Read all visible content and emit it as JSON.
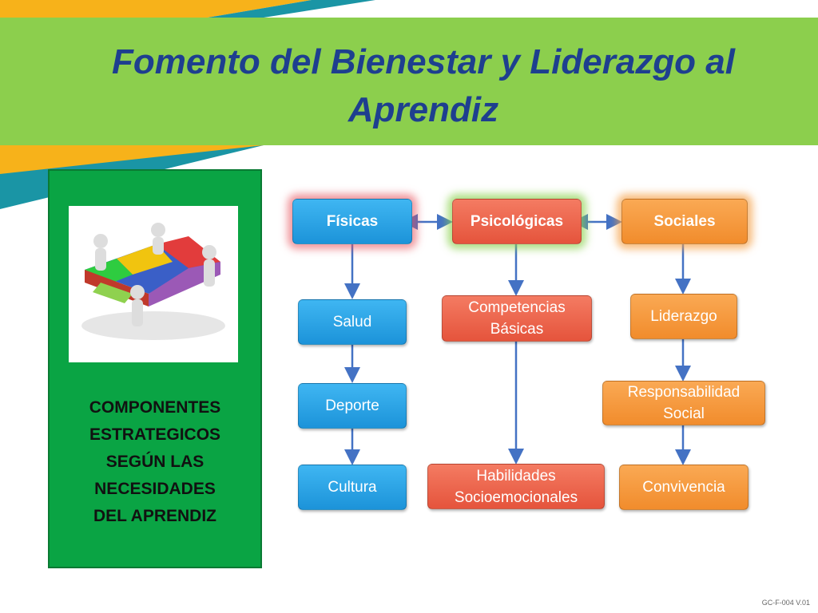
{
  "slide": {
    "title": "Fomento del Bienestar y Liderazgo al\nAprendiz",
    "footer_code": "GC-F-004 V.01"
  },
  "panel": {
    "image_icon": "teamwork-puzzle-image",
    "text": "COMPONENTES\nESTRATEGICOS\nSEGÚN LAS\nNECESIDADES\nDEL APRENDIZ"
  },
  "diagram": {
    "fisicas": {
      "label": "Físicas",
      "items": [
        "Salud",
        "Deporte",
        "Cultura"
      ]
    },
    "psicologicas": {
      "label": "Psicológicas",
      "items": [
        "Competencias\nBásicas",
        "Habilidades\nSocioemocionales"
      ]
    },
    "sociales": {
      "label": "Sociales",
      "items": [
        "Liderazgo",
        "Responsabilidad\nSocial",
        "Convivencia"
      ]
    }
  },
  "colors": {
    "header_green": "#8ccf4d",
    "title_blue": "#1e3f8f",
    "panel_green": "#0aa444",
    "node_blue": "#2aa5e8",
    "node_red": "#ec6246",
    "node_orange": "#f59a3c",
    "arrow_blue": "#4472c4"
  }
}
